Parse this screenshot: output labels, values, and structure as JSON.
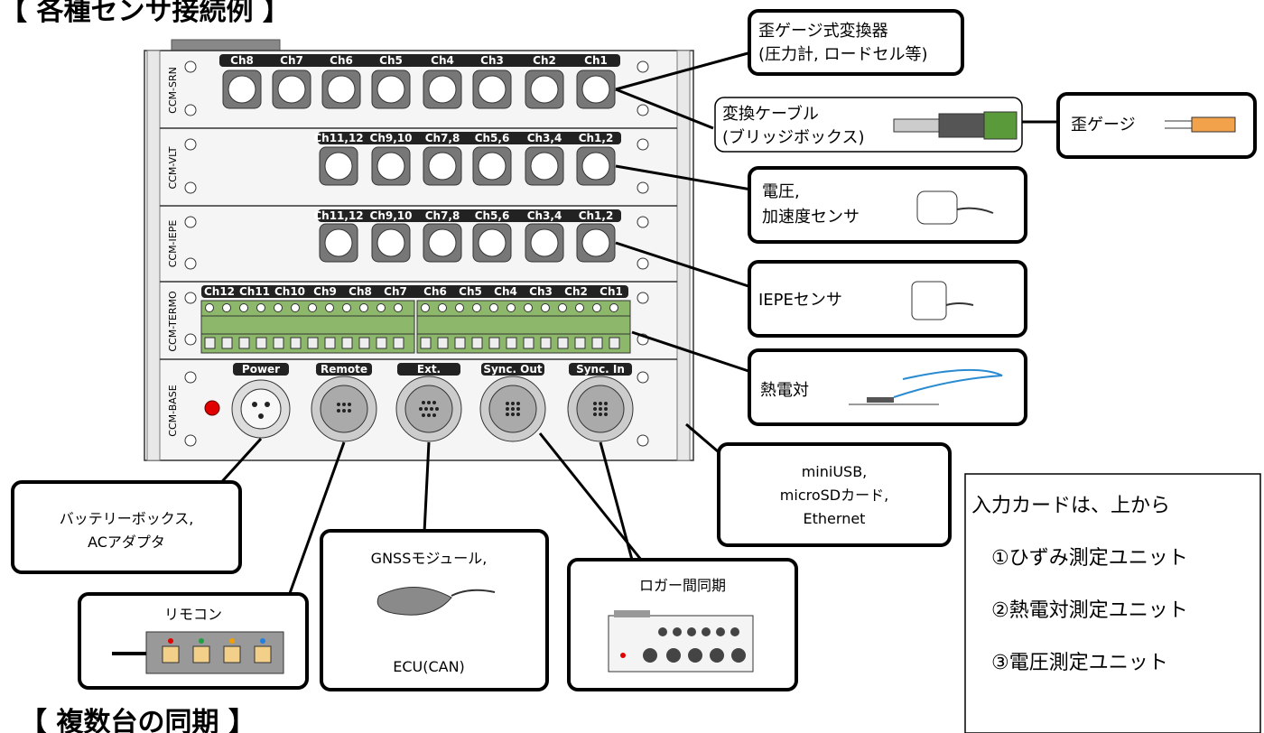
{
  "headings": {
    "top": "【 各種センサ接続例 】",
    "bottom": "【 複数台の同期 】"
  },
  "modules": {
    "srn": {
      "label": "CCM-SRN",
      "channels": [
        "Ch8",
        "Ch7",
        "Ch6",
        "Ch5",
        "Ch4",
        "Ch3",
        "Ch2",
        "Ch1"
      ]
    },
    "vlt": {
      "label": "CCM-VLT",
      "channels": [
        "Ch11,12",
        "Ch9,10",
        "Ch7,8",
        "Ch5,6",
        "Ch3,4",
        "Ch1,2"
      ]
    },
    "iepe": {
      "label": "CCM-IEPE",
      "channels": [
        "Ch11,12",
        "Ch9,10",
        "Ch7,8",
        "Ch5,6",
        "Ch3,4",
        "Ch1,2"
      ]
    },
    "termo": {
      "label": "CCM-TERMO",
      "channels": [
        "Ch12",
        "Ch11",
        "Ch10",
        "Ch9",
        "Ch8",
        "Ch7",
        "Ch6",
        "Ch5",
        "Ch4",
        "Ch3",
        "Ch2",
        "Ch1"
      ]
    },
    "base": {
      "label": "CCM-BASE",
      "ports": [
        "Power",
        "Remote",
        "Ext.",
        "Sync. Out",
        "Sync. In"
      ]
    }
  },
  "callouts": {
    "strain_transducer": {
      "line1": "歪ゲージ式変換器",
      "line2": "(圧力計, ロードセル等)"
    },
    "bridge_cable": {
      "line1": "変換ケーブル",
      "line2": "(ブリッジボックス)"
    },
    "strain_gauge": {
      "line1": "歪ゲージ"
    },
    "voltage": {
      "line1": "電圧,",
      "line2": "加速度センサ"
    },
    "iepe": {
      "line1": "IEPEセンサ"
    },
    "thermocouple": {
      "line1": "熱電対"
    },
    "usb": {
      "line1": "miniUSB,",
      "line2": "microSDカード,",
      "line3": "Ethernet"
    },
    "battery": {
      "line1": "バッテリーボックス,",
      "line2": "ACアダプタ"
    },
    "remote": {
      "line1": "リモコン"
    },
    "gnss": {
      "line1": "GNSSモジュール,",
      "line2": "ECU(CAN)"
    },
    "sync": {
      "line1": "ロガー間同期"
    }
  },
  "note": {
    "title": "入力カードは、上から",
    "items": [
      "①ひずみ測定ユニット",
      "②熱電対測定ユニット",
      "③電圧測定ユニット"
    ]
  },
  "colors": {
    "led_red": "#e00000",
    "terminal_green": "#8db86b",
    "panel": "#f2f2f2"
  }
}
